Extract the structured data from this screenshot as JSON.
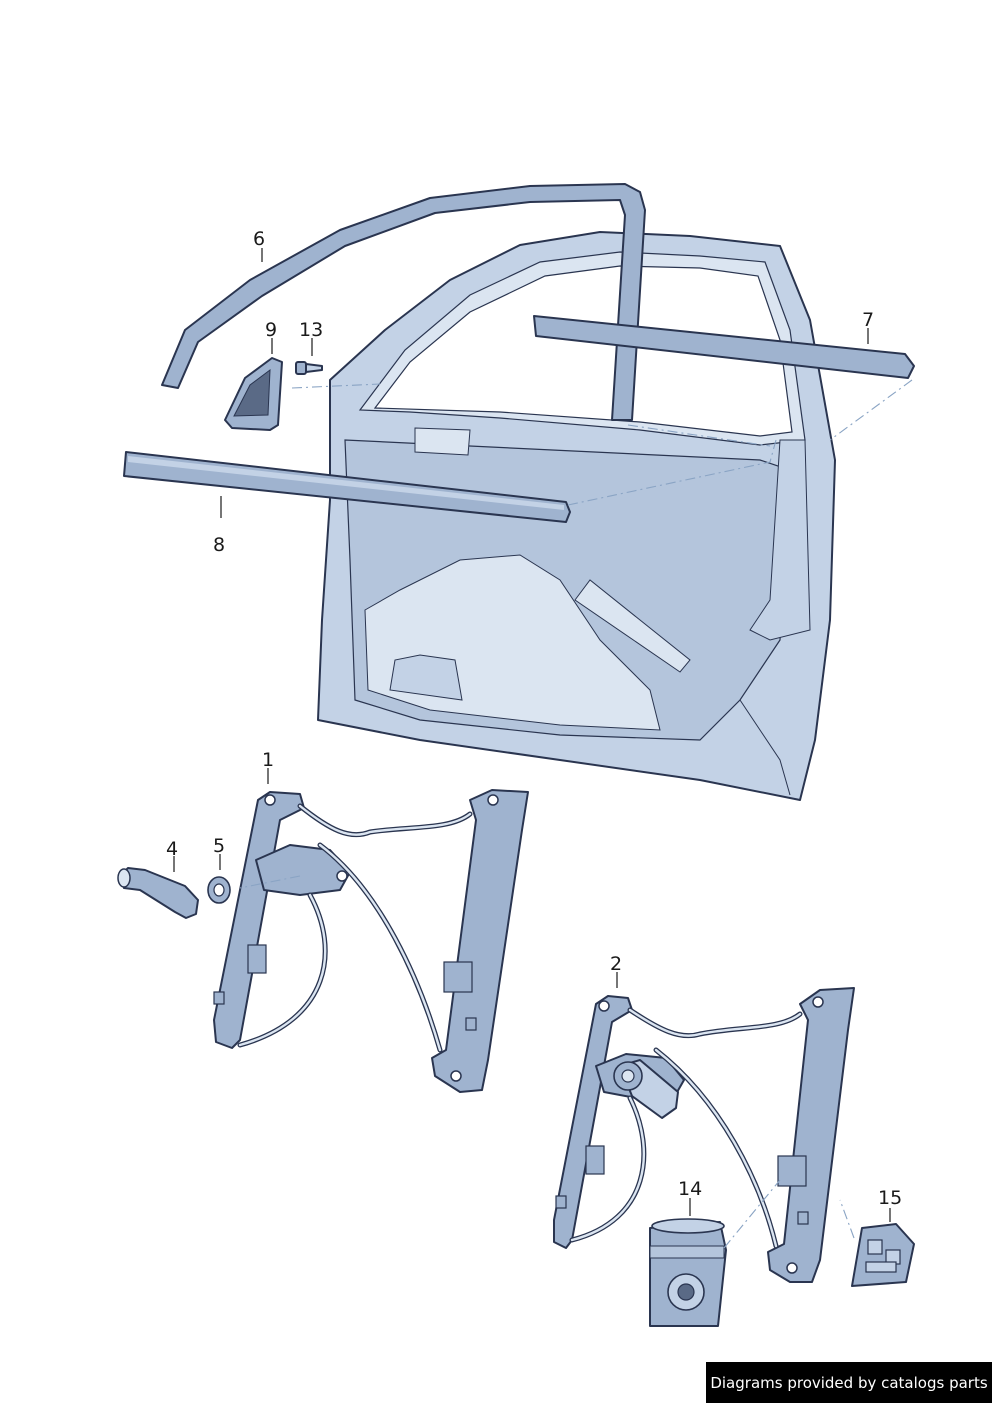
{
  "callouts": {
    "c1": "1",
    "c2": "2",
    "c4": "4",
    "c5": "5",
    "c6": "6",
    "c7": "7",
    "c8": "8",
    "c9": "9",
    "c13": "13",
    "c14": "14",
    "c15": "15"
  },
  "watermark": "Diagrams provided by catalogs parts",
  "colors": {
    "part_fill": "#c3d2e6",
    "part_light": "#dbe5f1",
    "part_dark": "#9fb3cf",
    "outline": "#2a3550"
  }
}
